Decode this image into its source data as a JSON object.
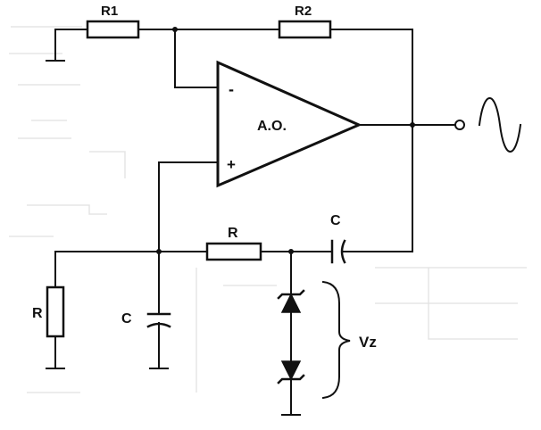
{
  "labels": {
    "r1": "R1",
    "r2": "R2",
    "opamp": "A.O.",
    "minus": "-",
    "plus": "+",
    "r_series": "R",
    "c_series": "C",
    "r_shunt": "R",
    "c_shunt": "C",
    "zener": "Vz"
  },
  "output": {
    "symbol": "sine-wave"
  },
  "colors": {
    "ink": "#111111",
    "background": "#ffffff"
  }
}
